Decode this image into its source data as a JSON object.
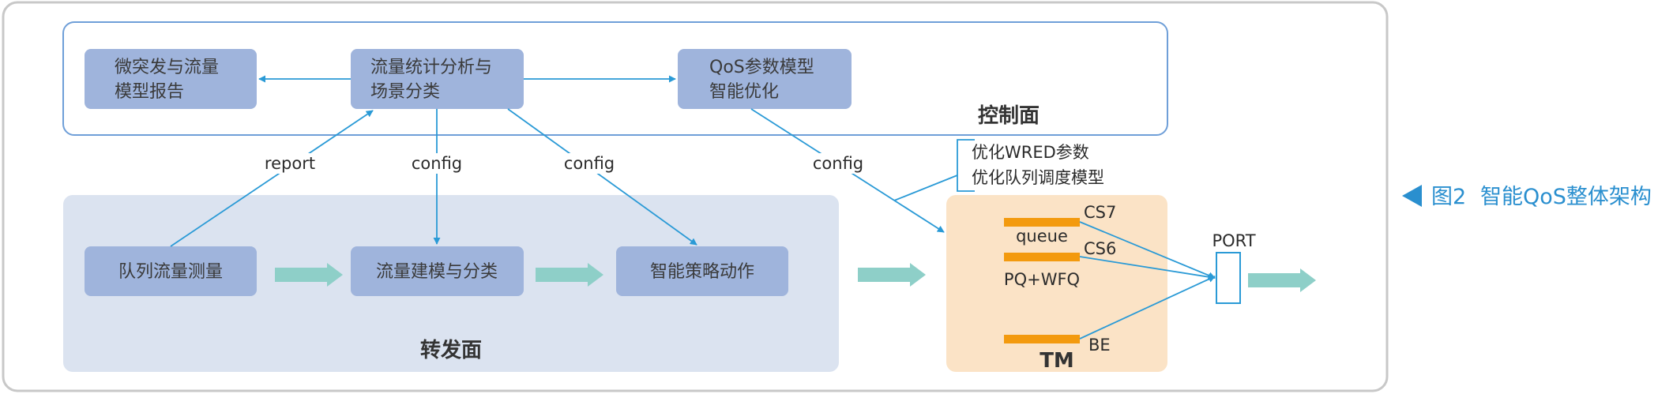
{
  "control_plane": {
    "title": "控制面",
    "boxes": {
      "microburst": [
        "微突发与流量",
        "模型报告"
      ],
      "stats": [
        "流量统计分析与",
        "场景分类"
      ],
      "qos_opt": [
        "QoS参数模型",
        "智能优化"
      ]
    }
  },
  "forwarding_plane": {
    "title": "转发面",
    "boxes": {
      "queue_measure": "队列流量测量",
      "flow_model": "流量建模与分类",
      "policy_action": "智能策略动作"
    }
  },
  "edge_labels": {
    "report": "report",
    "config_1": "config",
    "config_2": "config",
    "config_3": "config"
  },
  "callout": {
    "line_1": "优化WRED参数",
    "line_2": "优化队列调度模型"
  },
  "tm": {
    "title": "TM",
    "queue_label": "queue",
    "scheduler_label": "PQ+WFQ",
    "queues": [
      "CS7",
      "CS6",
      "BE"
    ],
    "port_label": "PORT"
  },
  "caption": {
    "figure_number": "图2",
    "title": "智能QoS整体架构"
  },
  "colors": {
    "outer_border": "#c8c8c8",
    "control_border": "#6f9fd8",
    "box_fill": "#9fb4dc",
    "forwarding_bg": "#dbe3f0",
    "tm_bg": "#fbe3c6",
    "arrow_line": "#2a9ad6",
    "flow_arrow": "#8ecfc8",
    "queue_bar": "#f39a0e",
    "caption": "#2a8fcf"
  }
}
